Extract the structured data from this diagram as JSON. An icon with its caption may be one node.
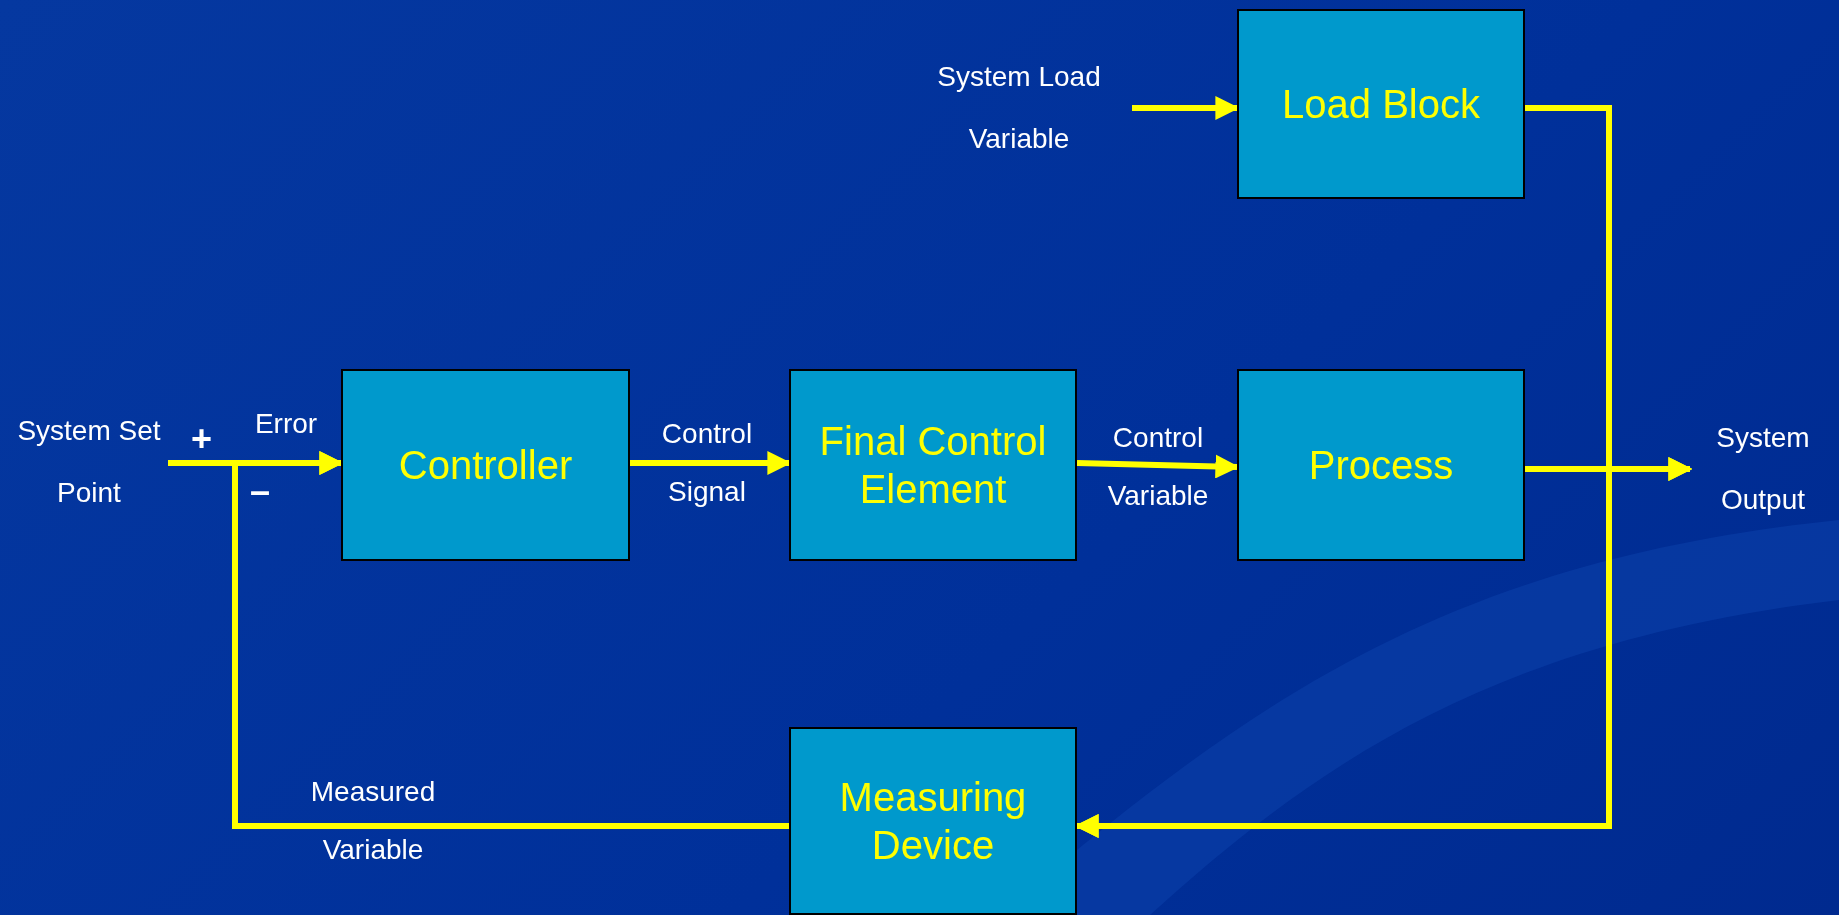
{
  "diagram": {
    "nodes": [
      {
        "text": [
          "System Set Point"
        ]
      },
      {
        "text": [
          "Controller"
        ]
      },
      {
        "text": [
          "Final Control Element"
        ]
      },
      {
        "text": [
          "System Load Variable"
        ]
      },
      {
        "text": [
          "Load Block"
        ]
      },
      {
        "text": [
          "Process"
        ]
      },
      {
        "text": [
          "System Output"
        ]
      },
      {
        "text": [
          "Measuring Device"
        ]
      }
    ],
    "edges": [
      {
        "from": 0,
        "to": 1,
        "arrow": "to",
        "label": "Error"
      },
      {
        "from": 1,
        "to": 2,
        "arrow": "to",
        "label": "Control Signal"
      },
      {
        "from": 2,
        "to": 5,
        "arrow": "to",
        "label": "Control Variable"
      },
      {
        "from": 3,
        "to": 4,
        "arrow": "to"
      },
      {
        "from": 4,
        "to": 6,
        "arrow": "to"
      },
      {
        "from": 5,
        "to": 6,
        "arrow": "to"
      },
      {
        "from": 4,
        "to": 7,
        "arrow": "to"
      },
      {
        "from": 5,
        "to": 7,
        "arrow": "to"
      },
      {
        "from": 7,
        "to": 1,
        "arrow": "to",
        "label": "Measured Variable"
      }
    ],
    "labels": [
      "+",
      "–"
    ]
  }
}
